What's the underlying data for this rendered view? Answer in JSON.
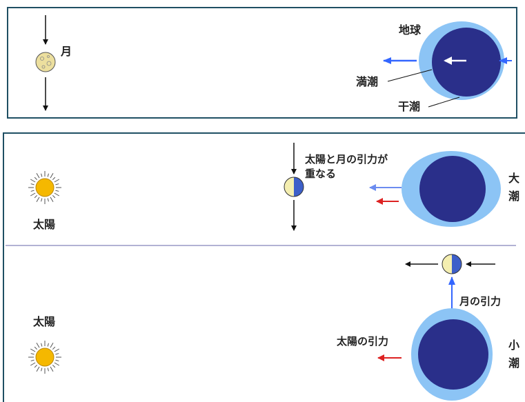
{
  "top_panel": {
    "moon_label": "月",
    "earth_label": "地球",
    "high_tide_label": "満潮",
    "low_tide_label": "干潮"
  },
  "spring_tide": {
    "sun_label": "太陽",
    "overlap_label_line1": "太陽と月の引力が",
    "overlap_label_line2": "重なる",
    "tide_label_line1": "大",
    "tide_label_line2": "潮"
  },
  "neap_tide": {
    "sun_label": "太陽",
    "moon_pull_label": "月の引力",
    "sun_pull_label": "太陽の引力",
    "tide_label_line1": "小",
    "tide_label_line2": "潮"
  },
  "colors": {
    "frame": "#1f4f63",
    "ocean": "#8cc4f5",
    "earth": "#2a2f8a",
    "sun": "#f5b800",
    "moon": "#f4eeb0",
    "moon_dark": "#3d5fc9",
    "blue_arrow": "#3366ff",
    "red_arrow": "#dd2222",
    "divider": "#6666aa"
  }
}
